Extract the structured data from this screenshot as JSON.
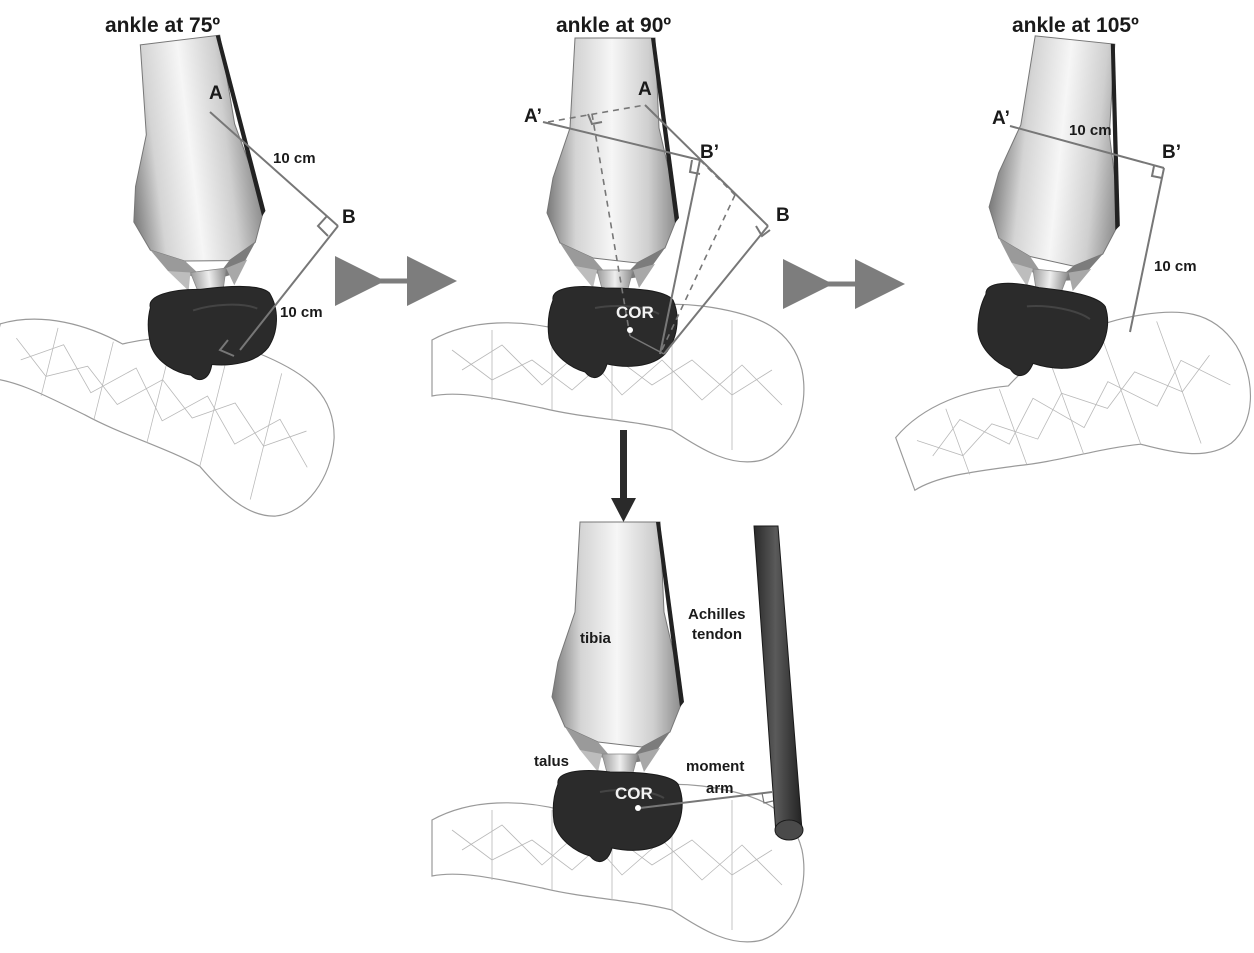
{
  "panels": {
    "p75": {
      "title": "ankle at 75º",
      "point_a": "A",
      "point_b": "B",
      "dist_ab": "10 cm",
      "dist_b_down": "10 cm"
    },
    "p90": {
      "title": "ankle at 90º",
      "point_a": "A",
      "point_a_prime": "A’",
      "point_b": "B",
      "point_b_prime": "B’",
      "cor": "COR"
    },
    "p105": {
      "title": "ankle at 105º",
      "point_a_prime": "A’",
      "point_b_prime": "B’",
      "dist_ab": "10 cm",
      "dist_b_down": "10 cm"
    },
    "bottom": {
      "tibia": "tibia",
      "achilles_line1": "Achilles",
      "achilles_line2": "tendon",
      "talus": "talus",
      "cor": "COR",
      "moment_line1": "moment",
      "moment_line2": "arm"
    }
  },
  "colors": {
    "bone_light": "#f4f4f4",
    "bone_dark": "#8e8e8e",
    "talus": "#2b2b2b",
    "tendon": "#3a3a3a",
    "arrow": "#7d7d7d",
    "construction_line": "#777777"
  }
}
